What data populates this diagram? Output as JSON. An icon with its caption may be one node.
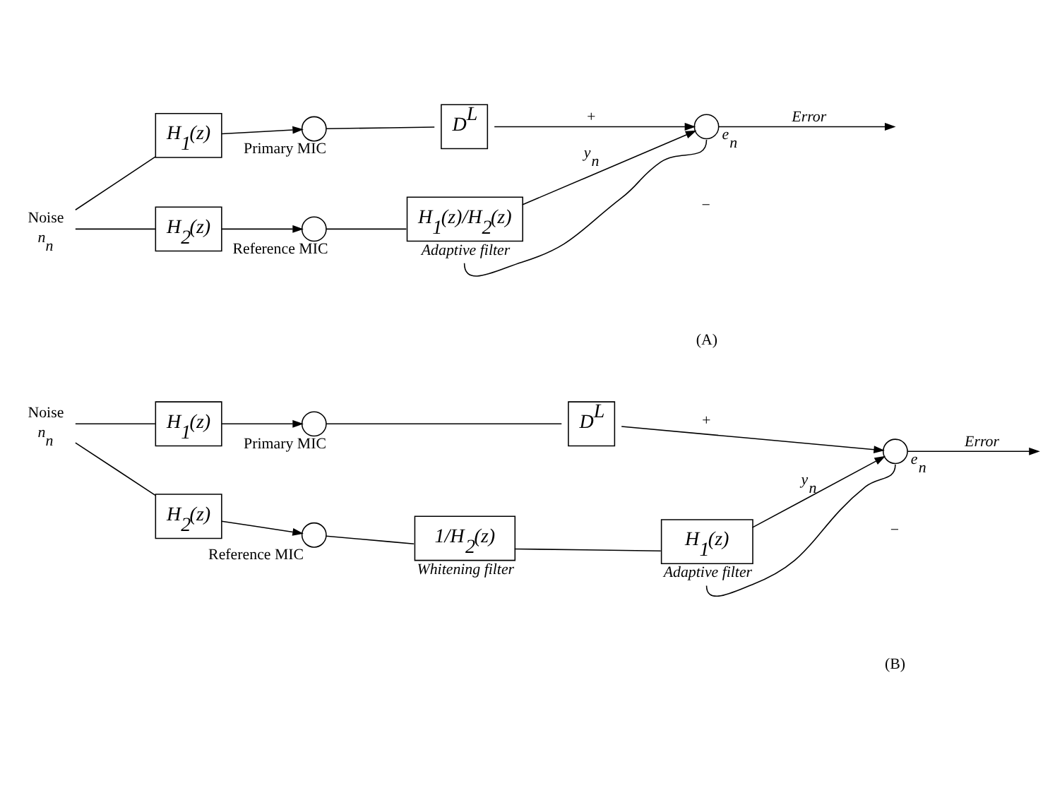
{
  "diagram": {
    "nodes": [
      {
        "text": [
          "Noise"
        ],
        "beside": [
          "n$_{n}$"
        ]
      },
      {
        "text": [
          "H$_{1}$(z)"
        ]
      },
      {
        "text": [
          "Primary MIC"
        ]
      },
      {
        "text": [
          "D$^{L}$"
        ]
      },
      {
        "text": [
          "H$_{2}$(z)"
        ]
      },
      {
        "text": [
          "Reference MIC"
        ]
      },
      {
        "text": [
          "H$_{1}$(z)/H$_{2}$(z)"
        ],
        "beside": [
          "Adaptive filter"
        ]
      },
      {
        "text": [],
        "shape": "circle",
        "beside": [
          "e$_{n}$"
        ]
      },
      {
        "text": [
          "Noise"
        ],
        "beside": [
          "n$_{n}$"
        ]
      },
      {
        "text": [
          "H$_{1}$(z)"
        ]
      },
      {
        "text": [
          "Primary MIC"
        ]
      },
      {
        "text": [
          "D$^{L}$"
        ]
      },
      {
        "text": [
          "H$_{2}$(z)"
        ]
      },
      {
        "text": [
          "Reference MIC"
        ]
      },
      {
        "text": [
          "1/H$_{2}$(z)"
        ],
        "beside": [
          "Whitening filter"
        ]
      },
      {
        "text": [
          "H$_{1}$(z)"
        ],
        "beside": [
          "Adaptive filter"
        ]
      },
      {
        "text": [],
        "shape": "circle",
        "beside": [
          "e$_{n}$"
        ]
      }
    ],
    "edges": [
      {
        "from": 0,
        "to": 1,
        "arrow": "none"
      },
      {
        "from": 1,
        "to": 2,
        "arrow": "to"
      },
      {
        "from": 2,
        "to": 3,
        "arrow": "none"
      },
      {
        "from": 3,
        "to": 7,
        "arrow": "to",
        "label": "+"
      },
      {
        "from": 0,
        "to": 4,
        "arrow": "none"
      },
      {
        "from": 4,
        "to": 5,
        "arrow": "to"
      },
      {
        "from": 5,
        "to": 6,
        "arrow": "none"
      },
      {
        "from": 6,
        "to": 7,
        "arrow": "to",
        "label": "y$_{n}$"
      },
      {
        "from": 7,
        "to": null,
        "arrow": "to",
        "label": "Error"
      },
      {
        "from": 7,
        "to": 6,
        "arrow": "none"
      },
      {
        "from": 8,
        "to": 9,
        "arrow": "none"
      },
      {
        "from": 9,
        "to": 10,
        "arrow": "to"
      },
      {
        "from": 10,
        "to": 11,
        "arrow": "none"
      },
      {
        "from": 11,
        "to": 16,
        "arrow": "to",
        "label": "+"
      },
      {
        "from": 8,
        "to": 12,
        "arrow": "none"
      },
      {
        "from": 12,
        "to": 13,
        "arrow": "to"
      },
      {
        "from": 13,
        "to": 14,
        "arrow": "none"
      },
      {
        "from": 14,
        "to": 15,
        "arrow": "none"
      },
      {
        "from": 15,
        "to": 16,
        "arrow": "to",
        "label": "y$_{n}$"
      },
      {
        "from": 16,
        "to": null,
        "arrow": "to",
        "label": "Error"
      },
      {
        "from": 16,
        "to": 15,
        "arrow": "none"
      }
    ],
    "labels": [
      "−",
      "(A)",
      "−",
      "(B)"
    ]
  }
}
